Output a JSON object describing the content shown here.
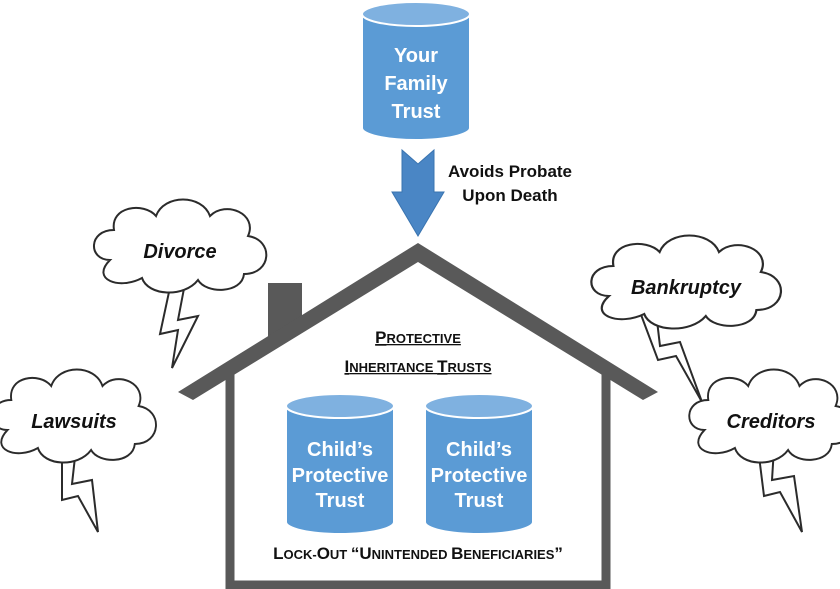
{
  "family_trust": {
    "lines": [
      "Your",
      "Family",
      "Trust"
    ]
  },
  "arrow_caption": {
    "lines": [
      "Avoids Probate",
      "Upon Death"
    ]
  },
  "house": {
    "heading_line1": {
      "cap": "P",
      "rest": "ROTECTIVE"
    },
    "heading_line2": {
      "cap1": "I",
      "rest1": "NHERITANCE ",
      "cap2": "T",
      "rest2": "RUSTS"
    },
    "lockout": {
      "cap1": "L",
      "rest1": "OCK-",
      "cap2": "O",
      "rest2": "UT ",
      "quote_open": "“",
      "cap3": "U",
      "rest3": "NINTENDED ",
      "cap4": "B",
      "rest4": "ENEFICIARIES",
      "quote_close": "”"
    }
  },
  "child_trusts": [
    {
      "lines": [
        "Child’s",
        "Protective",
        "Trust"
      ]
    },
    {
      "lines": [
        "Child’s",
        "Protective",
        "Trust"
      ]
    }
  ],
  "threats": [
    {
      "label": "Divorce"
    },
    {
      "label": "Lawsuits"
    },
    {
      "label": "Bankruptcy"
    },
    {
      "label": "Creditors"
    }
  ],
  "colors": {
    "cylinder_fill": "#5b9bd5",
    "cylinder_top": "#7fb1e0",
    "cylinder_stroke": "#ffffff",
    "arrow": "#4a86c5",
    "house_stroke": "#595959",
    "cloud_stroke": "#2b2b2b"
  }
}
